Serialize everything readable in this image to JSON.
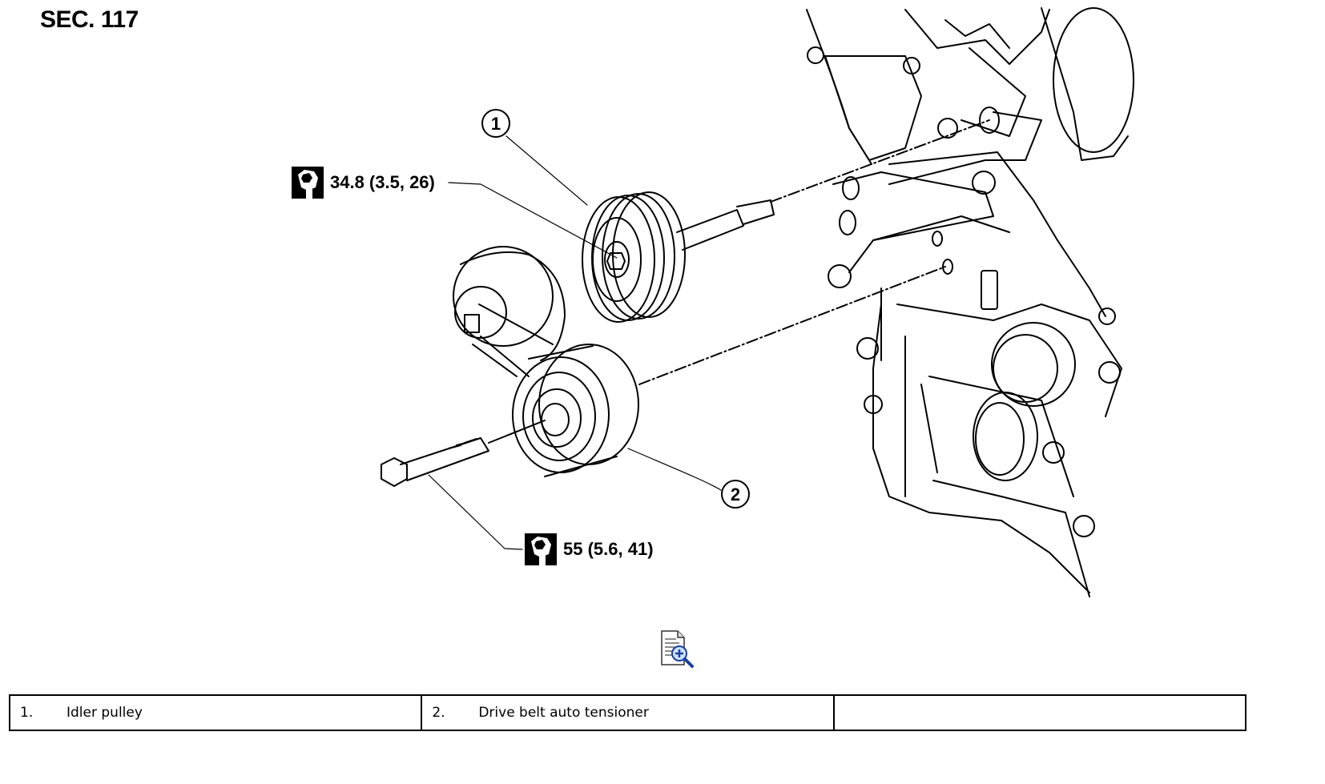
{
  "section_title": "SEC. 117",
  "callouts": {
    "c1": "1",
    "c2": "2"
  },
  "torque_specs": {
    "upper": "34.8 (3.5, 26)",
    "lower": "55 (5.6, 41)"
  },
  "legend": [
    {
      "num": "1.",
      "label": "Idler pulley"
    },
    {
      "num": "2.",
      "label": "Drive belt auto tensioner"
    },
    {
      "num": "",
      "label": ""
    }
  ],
  "icons": {
    "torque": "torque-wrench-icon",
    "zoom": "zoom-document-icon"
  }
}
